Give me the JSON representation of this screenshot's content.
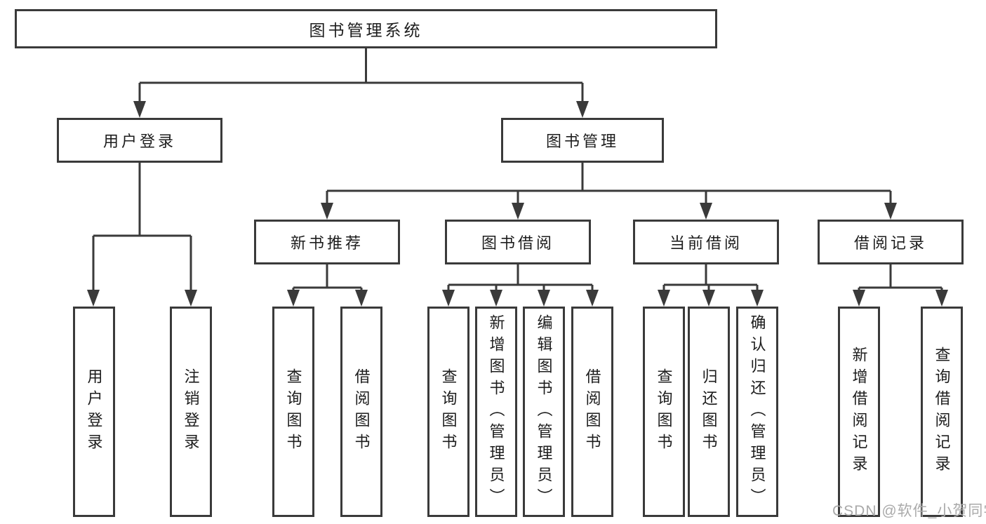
{
  "diagram": {
    "root": {
      "label": "图书管理系统"
    },
    "branches": [
      {
        "label": "用户登录",
        "leaves": [
          {
            "label": "用户登录"
          },
          {
            "label": "注销登录"
          }
        ]
      },
      {
        "label": "图书管理",
        "groups": [
          {
            "label": "新书推荐",
            "leaves": [
              {
                "label": "查询图书"
              },
              {
                "label": "借阅图书"
              }
            ]
          },
          {
            "label": "图书借阅",
            "leaves": [
              {
                "label": "查询图书"
              },
              {
                "label": "新增图书（管理员）"
              },
              {
                "label": "编辑图书（管理员）"
              },
              {
                "label": "借阅图书"
              }
            ]
          },
          {
            "label": "当前借阅",
            "leaves": [
              {
                "label": "查询图书"
              },
              {
                "label": "归还图书"
              },
              {
                "label": "确认归还（管理员）"
              }
            ]
          },
          {
            "label": "借阅记录",
            "leaves": [
              {
                "label": "新增借阅记录"
              },
              {
                "label": "查询借阅记录"
              }
            ]
          }
        ]
      }
    ],
    "colors": {
      "line": "#3a3a3a",
      "text": "#1d1d1d",
      "background": "#ffffff",
      "watermark": "#aaaaaa"
    }
  },
  "watermark": {
    "text": "CSDN @软件_小贺同学"
  }
}
